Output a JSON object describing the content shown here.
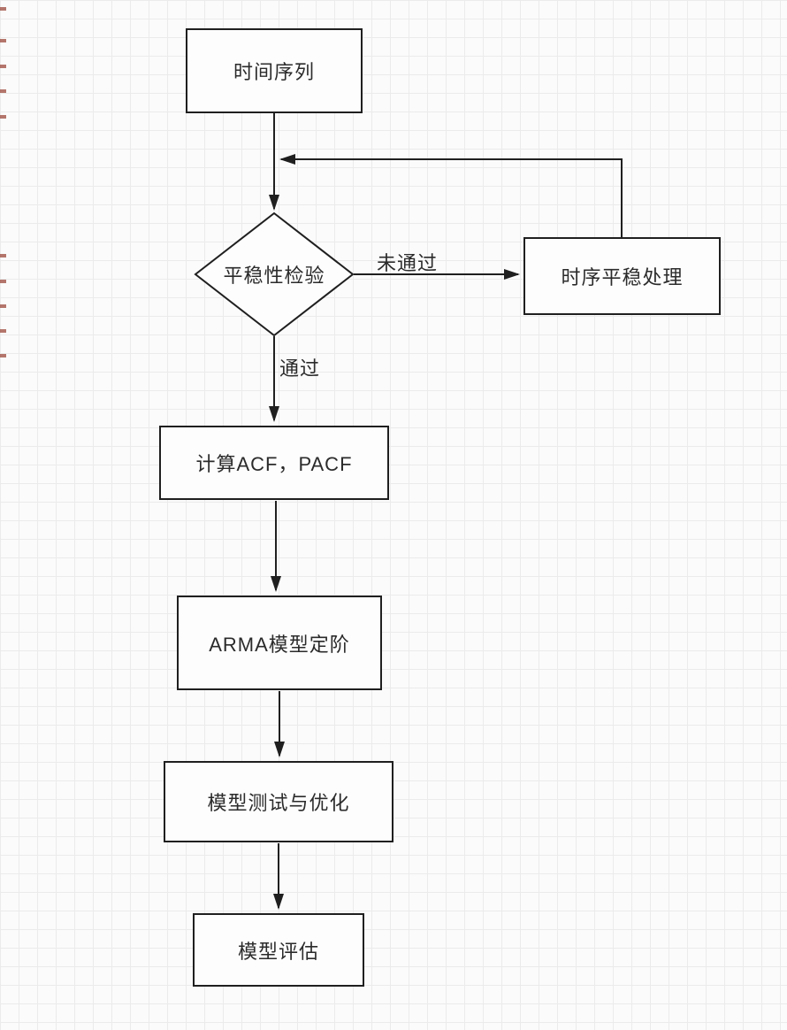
{
  "title": "ARMA time-series modeling flowchart",
  "colors": {
    "background": "#fbfbfb",
    "grid": "#ebebeb",
    "stroke": "#1f1f1f",
    "text": "#2b2b2b",
    "node_fill": "#fdfdfd"
  },
  "nodes": [
    {
      "id": "time-series",
      "shape": "rect",
      "label": "时间序列"
    },
    {
      "id": "stationarity-test",
      "shape": "diamond",
      "label": "平稳性检验"
    },
    {
      "id": "stationarize",
      "shape": "rect",
      "label": "时序平稳处理"
    },
    {
      "id": "compute-acf-pacf",
      "shape": "rect",
      "label": "计算ACF，PACF"
    },
    {
      "id": "arma-order",
      "shape": "rect",
      "label": "ARMA模型定阶"
    },
    {
      "id": "model-test-optimize",
      "shape": "rect",
      "label": "模型测试与优化"
    },
    {
      "id": "model-evaluate",
      "shape": "rect",
      "label": "模型评估"
    }
  ],
  "edge_labels": {
    "fail": "未通过",
    "pass": "通过"
  }
}
